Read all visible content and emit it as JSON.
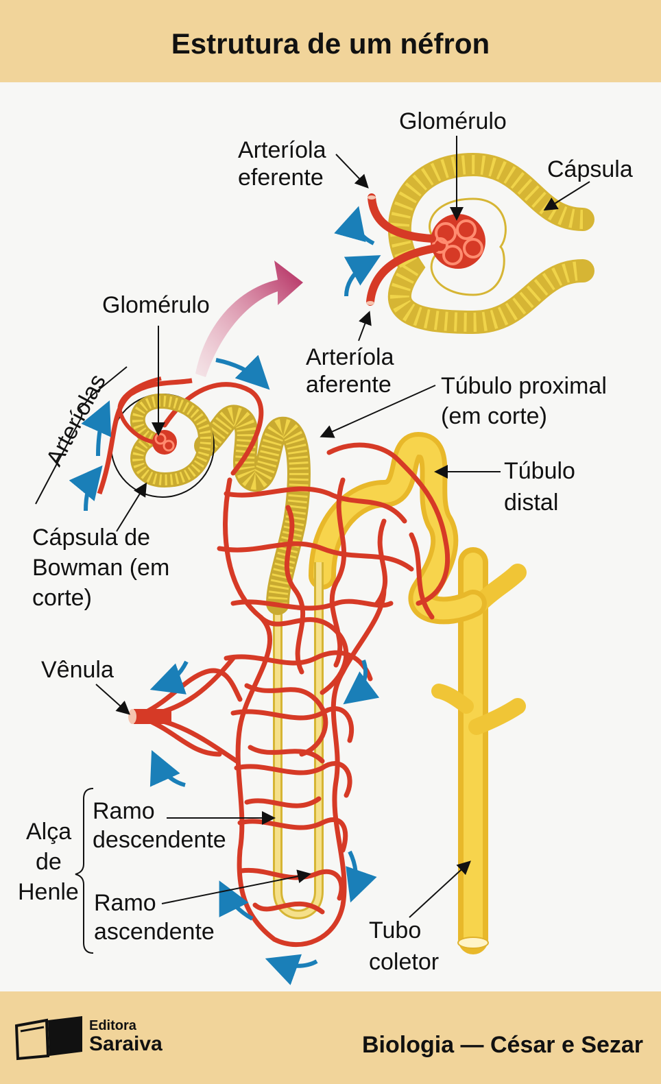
{
  "title": "Estrutura de um néfron",
  "labels": {
    "glomerulo_top": "Glomérulo",
    "capsula": "Cápsula",
    "arteriola_eferente_1": "Arteríola",
    "arteriola_eferente_2": "eferente",
    "arteriola_aferente_1": "Arteríola",
    "arteriola_aferente_2": "aferente",
    "glomerulo_left": "Glomérulo",
    "arteriolas": "Arteríolas",
    "tubulo_proximal_1": "Túbulo proximal",
    "tubulo_proximal_2": "(em corte)",
    "tubulo_distal_1": "Túbulo",
    "tubulo_distal_2": "distal",
    "capsula_bowman_1": "Cápsula de",
    "capsula_bowman_2": "Bowman (em",
    "capsula_bowman_3": "corte)",
    "venula": "Vênula",
    "alca_1": "Alça",
    "alca_2": "de",
    "alca_3": "Henle",
    "ramo_desc_1": "Ramo",
    "ramo_desc_2": "descendente",
    "ramo_asc_1": "Ramo",
    "ramo_asc_2": "ascendente",
    "tubo_coletor_1": "Tubo",
    "tubo_coletor_2": "coletor"
  },
  "footer": {
    "publisher_line1": "Editora",
    "publisher_line2": "Saraiva",
    "credit": "Biologia — César e Sezar"
  },
  "colors": {
    "header_bg": "#f1d49a",
    "vessel": "#e0432a",
    "tubule": "#f0d44a",
    "arrow_flow": "#1a7fb8"
  }
}
